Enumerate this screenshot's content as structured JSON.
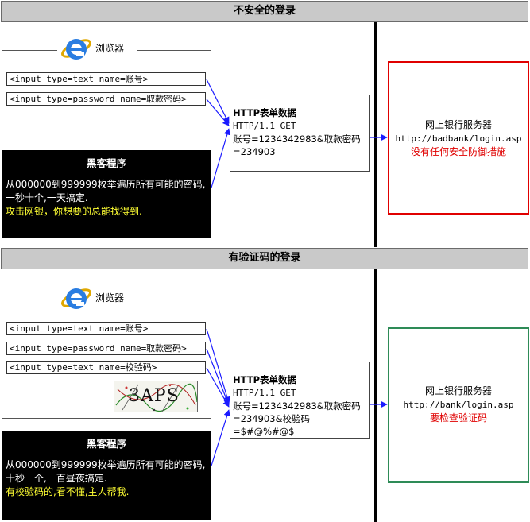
{
  "sections": [
    {
      "header": "不安全的登录",
      "browser_label": "浏览器",
      "fields": [
        "<input type=text name=账号>",
        "<input type=password name=取款密码>"
      ],
      "hacker": {
        "title": "黑客程序",
        "text": "从000000到999999枚举遍历所有可能的密码,一秒十个,一天搞定.",
        "highlight": "攻击网银，你想要的总能找得到."
      },
      "form": {
        "title": "HTTP表单数据",
        "lines": [
          "HTTP/1.1 GET",
          "账号=1234342983&取款密码",
          "=234903"
        ]
      },
      "server": {
        "title": "网上银行服务器",
        "url": "http://badbank/login.asp",
        "note": "没有任何安全防御措施"
      },
      "colors": {
        "server_border": "#e00000"
      }
    },
    {
      "header": "有验证码的登录",
      "browser_label": "浏览器",
      "fields": [
        "<input type=text name=账号>",
        "<input type=password name=取款密码>",
        "<input type=text name=校验码>"
      ],
      "captcha": "3APS",
      "hacker": {
        "title": "黑客程序",
        "text": "从000000到999999枚举遍历所有可能的密码,十秒一个,一百昼夜搞定.",
        "highlight": "有校验码的,看不懂,主人帮我."
      },
      "form": {
        "title": "HTTP表单数据",
        "lines": [
          "HTTP/1.1 GET",
          "账号=1234342983&取款密码",
          "=234903&校验码=$#@%#@$"
        ]
      },
      "server": {
        "title": "网上银行服务器",
        "url": "http://bank/login.asp",
        "note": "要检查验证码"
      },
      "colors": {
        "server_border": "#2e8b57"
      }
    }
  ],
  "colors": {
    "arrow": "#1a1aff",
    "hacker_highlight": "#ffff33"
  }
}
